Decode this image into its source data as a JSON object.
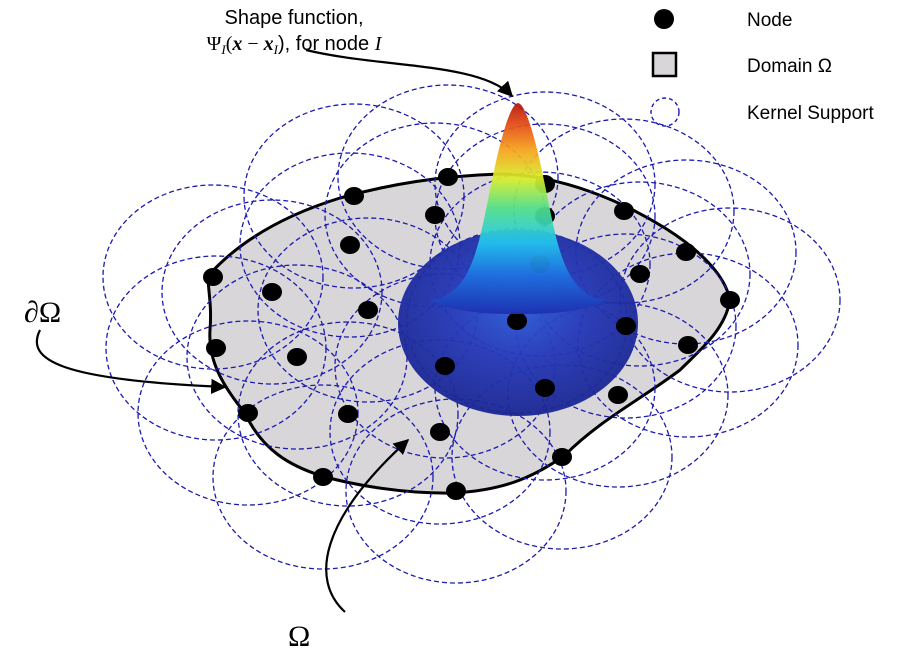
{
  "title": {
    "line1": "Shape function,",
    "line2_psi": "Ψ",
    "line2_sub": "I",
    "line2_open": "(",
    "line2_x": "x",
    "line2_minus": " − ",
    "line2_xI": "x",
    "line2_xI_sub": "I",
    "line2_close": "), for node ",
    "line2_node": "I"
  },
  "legend": {
    "node_label": "Node",
    "domain_label": "Domain Ω",
    "kernel_label": "Kernel Support"
  },
  "labels": {
    "boundary": "∂Ω",
    "domain": "Ω"
  },
  "colors": {
    "domain_fill": "#d8d6d8",
    "boundary": "#000000",
    "kernel": "#1b1bb0",
    "node": "#000000",
    "shape_base": "#1a2a9a",
    "shape_peak": "#d21a10"
  }
}
